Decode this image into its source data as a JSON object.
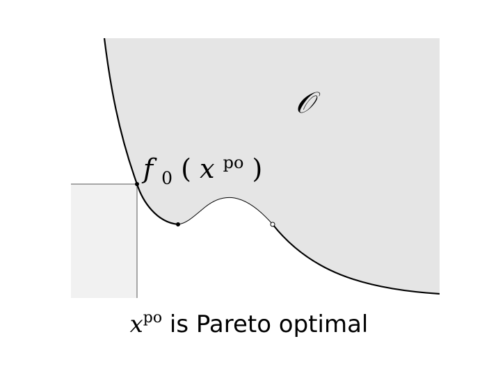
{
  "diagram": {
    "set_label": "𝒪",
    "point_label": {
      "func": "f",
      "sub": "0",
      "open": "(",
      "var": "x",
      "sup": "po",
      "close": ")"
    },
    "caption": {
      "var": "x",
      "sup": "po",
      "text": " is Pareto optimal"
    },
    "colors": {
      "set_fill": "#e5e5e5",
      "cone_fill": "#f1f1f1",
      "boundary": "#000000",
      "guide": "#555555"
    }
  }
}
